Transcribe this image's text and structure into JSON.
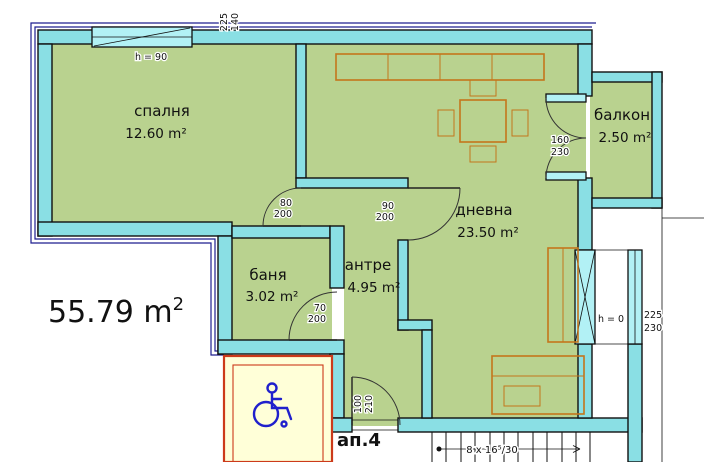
{
  "plan": {
    "total": {
      "base": "55.79 m",
      "sup": "2"
    },
    "apartment_label": "ап.4",
    "rooms": {
      "bedroom": {
        "name": "спалня",
        "area": "12.60 m²"
      },
      "bath": {
        "name": "баня",
        "area": "3.02 m²"
      },
      "hall": {
        "name": "антре",
        "area": "4.95 m²"
      },
      "living": {
        "name": "дневна",
        "area": "23.50 m²"
      },
      "balcony": {
        "name": "балкон",
        "area": "2.50 m²"
      }
    },
    "openings": {
      "top_window": {
        "width": "225",
        "height": "140",
        "note": "h = 90"
      },
      "balcony_door": {
        "width": "160",
        "height": "230"
      },
      "right_window": {
        "width": "225",
        "height": "230",
        "note": "h = 0"
      },
      "bedroom_door": {
        "width": "80",
        "height": "200"
      },
      "living_door": {
        "width": "90",
        "height": "200"
      },
      "bath_door": {
        "width": "70",
        "height": "200"
      },
      "entry_door": {
        "width": "100",
        "height": "210"
      }
    },
    "stairs": {
      "label": "8 x 16⁵/30"
    },
    "colors": {
      "room_fill": "#b9d28f",
      "wall_fill": "#8adfe4",
      "window_fill": "#b2f1f5",
      "furniture": "#c4761b",
      "outline_navy": "#1d1d8f",
      "accent_blue": "#1616d8",
      "wc_fill": "#ffffd8",
      "wc_border": "#cc3a1a"
    }
  }
}
